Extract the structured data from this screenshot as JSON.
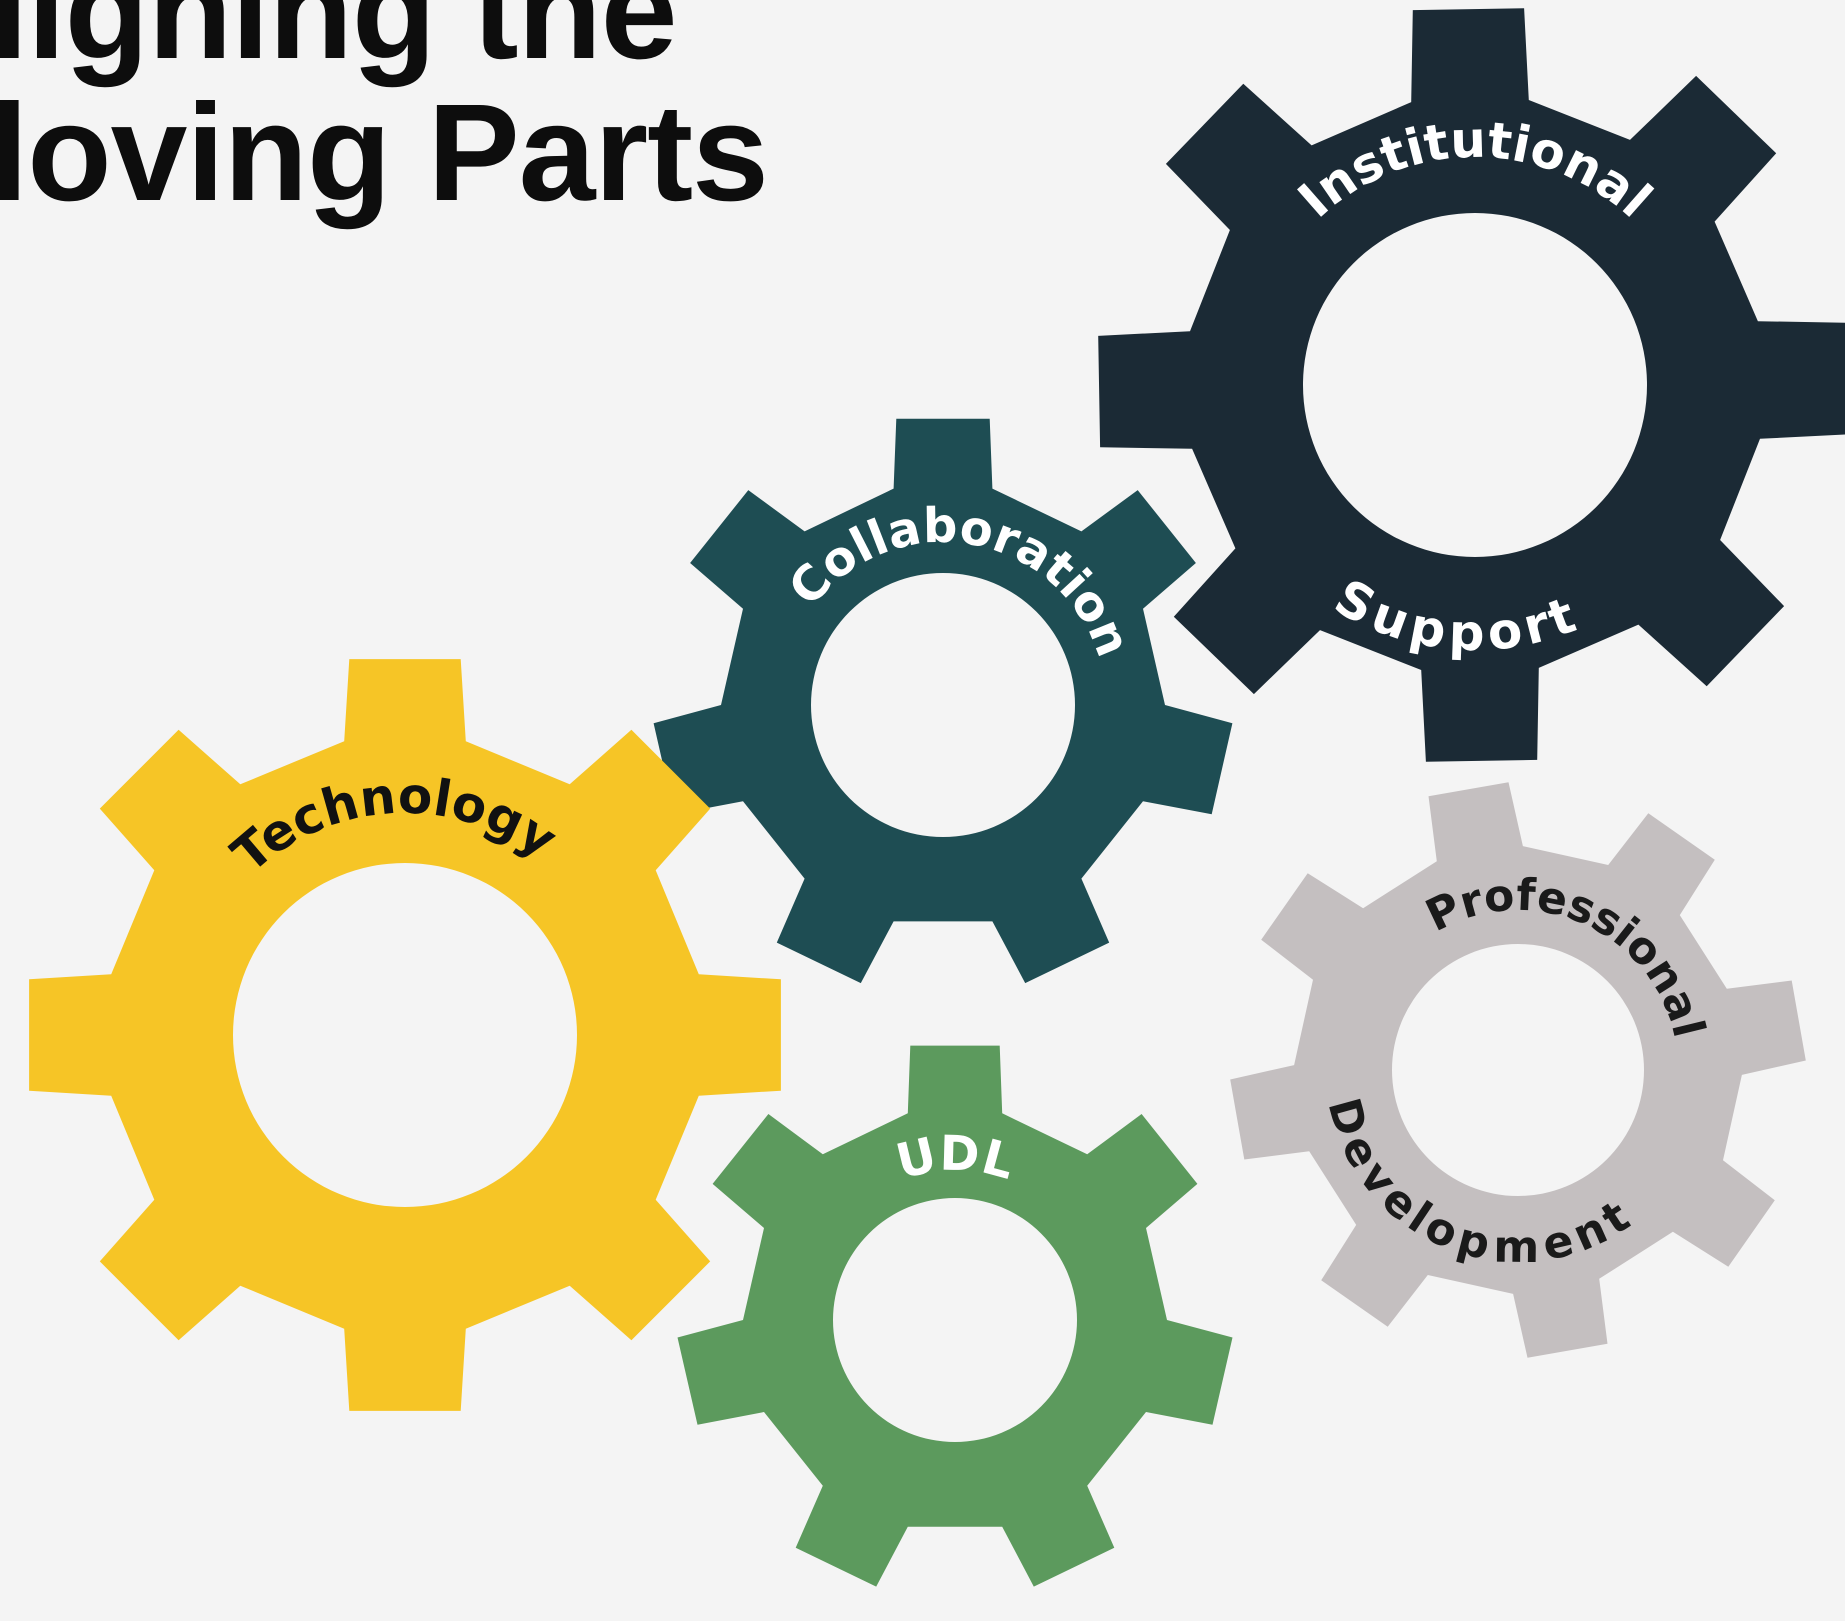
{
  "title": {
    "line1": "ligning the",
    "line2": "loving Parts"
  },
  "gears": [
    {
      "id": "institutional-support",
      "labels": [
        "Institutional",
        "Support"
      ],
      "color": "#1b2a35",
      "text_color": "#ffffff"
    },
    {
      "id": "collaboration",
      "labels": [
        "Collaboration"
      ],
      "color": "#1e4d53",
      "text_color": "#ffffff"
    },
    {
      "id": "technology",
      "labels": [
        "Technology"
      ],
      "color": "#f6c526",
      "text_color": "#111111"
    },
    {
      "id": "udl",
      "labels": [
        "UDL"
      ],
      "color": "#5c9a5d",
      "text_color": "#ffffff"
    },
    {
      "id": "professional-development",
      "labels": [
        "Professional",
        "Development"
      ],
      "color": "#c4bfc0",
      "text_color": "#1a1a1a"
    }
  ],
  "background_color": "#f4f4f4"
}
